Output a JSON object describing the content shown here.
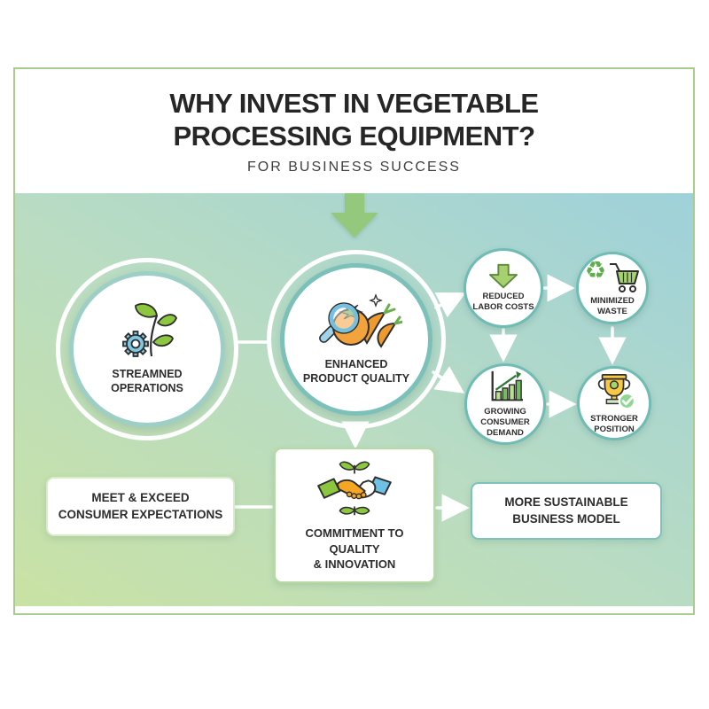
{
  "header": {
    "title": "WHY INVEST IN VEGETABLE\nPROCESSING EQUIPMENT?",
    "subtitle": "FOR BUSINESS SUCCESS"
  },
  "nodes": {
    "streamlined": {
      "label": "STREAMNED\nOPERATIONS",
      "icon": "gear-plant-icon"
    },
    "quality": {
      "label": "ENHANCED\nPRODUCT QUALITY",
      "icon": "magnifier-produce-icon"
    },
    "labor": {
      "label": "REDUCED\nLABOR COSTS",
      "icon": "down-arrow-icon"
    },
    "waste": {
      "label": "MINIMIZED\nWASTE",
      "icon": "recycle-cart-icon"
    },
    "demand": {
      "label": "GROWING\nCONSUMER\nDEMAND",
      "icon": "growth-chart-icon"
    },
    "position": {
      "label": "STRONGER\nPOSITION",
      "icon": "trophy-check-icon"
    },
    "expectations": {
      "label": "MEET & EXCEED\nCONSUMER EXPECTATIONS"
    },
    "commitment": {
      "label": "COMMITMENT TO\nQUALITY\n& INNOVATION",
      "icon": "handshake-leaves-icon"
    },
    "sustainable": {
      "label": "MORE SUSTAINABLE\nBUSINESS MODEL"
    }
  },
  "palette": {
    "frame_border": "#a6cd8d",
    "flow_arrow_green": "#94c97d",
    "ring_teal_light": "#9ecfc7",
    "ring_teal_mid": "#7cc0ba",
    "small_circle_border": "#6fbcb4",
    "gradient_green": "#c9e2a4",
    "gradient_blue": "#9ed1da",
    "text": "#2d2d2d",
    "connector": "#ffffff"
  }
}
